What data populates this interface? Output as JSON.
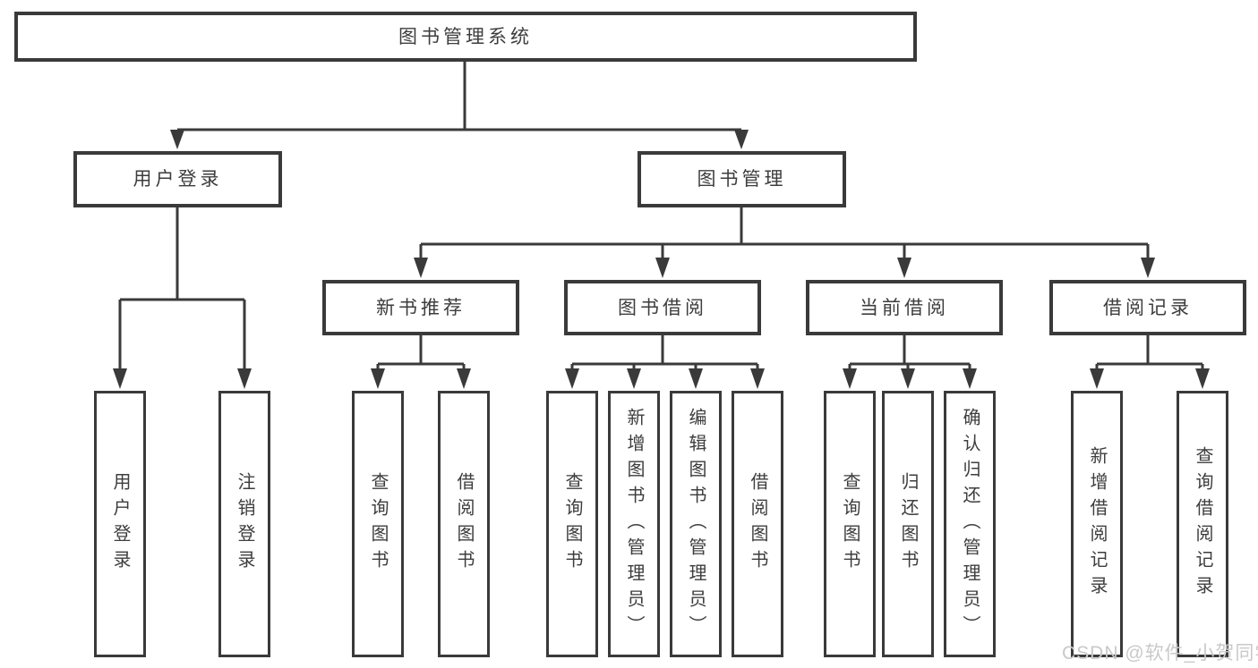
{
  "root": {
    "label": "图书管理系统"
  },
  "branches": [
    {
      "label": "用户登录",
      "children": [
        "用户登录",
        "注销登录"
      ]
    },
    {
      "label": "图书管理",
      "sections": [
        {
          "label": "新书推荐",
          "children": [
            "查询图书",
            "借阅图书"
          ]
        },
        {
          "label": "图书借阅",
          "children": [
            "查询图书",
            "新增图书（管理员）",
            "编辑图书（管理员）",
            "借阅图书"
          ]
        },
        {
          "label": "当前借阅",
          "children": [
            "查询图书",
            "归还图书",
            "确认归还（管理员）"
          ]
        },
        {
          "label": "借阅记录",
          "children": [
            "新增借阅记录",
            "查询借阅记录"
          ]
        }
      ]
    }
  ],
  "watermark": "CSDN @软件_小贺同学",
  "colors": {
    "line": "#3a3a3a",
    "text": "#3d3d3d",
    "watermark": "#c9c9c9",
    "background": "#ffffff"
  }
}
